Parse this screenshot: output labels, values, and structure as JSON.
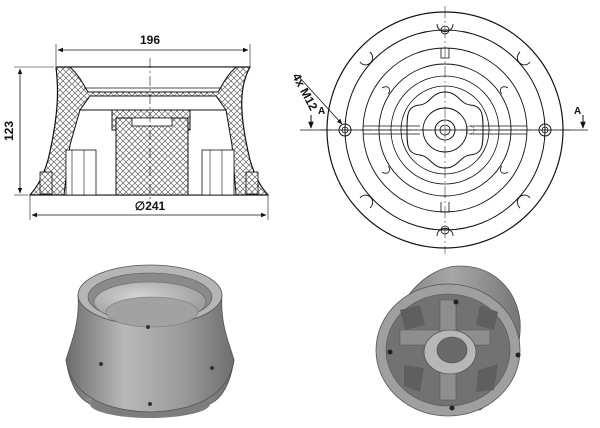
{
  "drawing": {
    "dim_top_width": "196",
    "dim_height": "123",
    "dim_base_diameter": "∅241",
    "thread_callout": "4x M12",
    "section_label_left": "A",
    "section_label_right": "A"
  },
  "colors": {
    "line": "#111111",
    "hatch": "#666666",
    "render_body": "#9a9a9a",
    "render_dark": "#6f6f6f",
    "render_light": "#cfcfcf",
    "background": "#ffffff"
  }
}
